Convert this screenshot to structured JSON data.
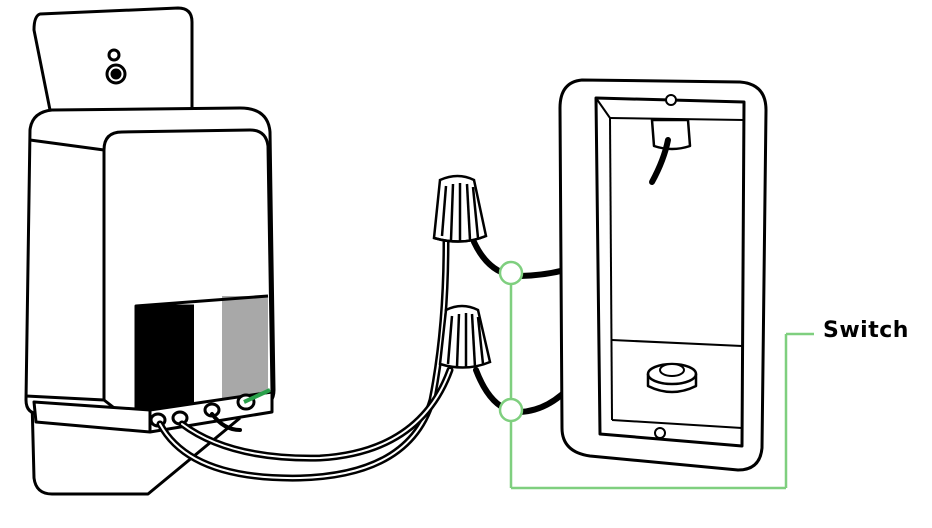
{
  "diagram": {
    "callout_label": "Switch",
    "colors": {
      "line": "#000000",
      "callout": "#7fcf7f",
      "terminal_black": "#000000",
      "terminal_white": "#ffffff",
      "terminal_gray": "#a8a8a8",
      "background": "#ffffff"
    },
    "icons": [
      "wall-plate",
      "receptacle-device",
      "wire-nut",
      "switch-box",
      "cable-clamp"
    ]
  }
}
